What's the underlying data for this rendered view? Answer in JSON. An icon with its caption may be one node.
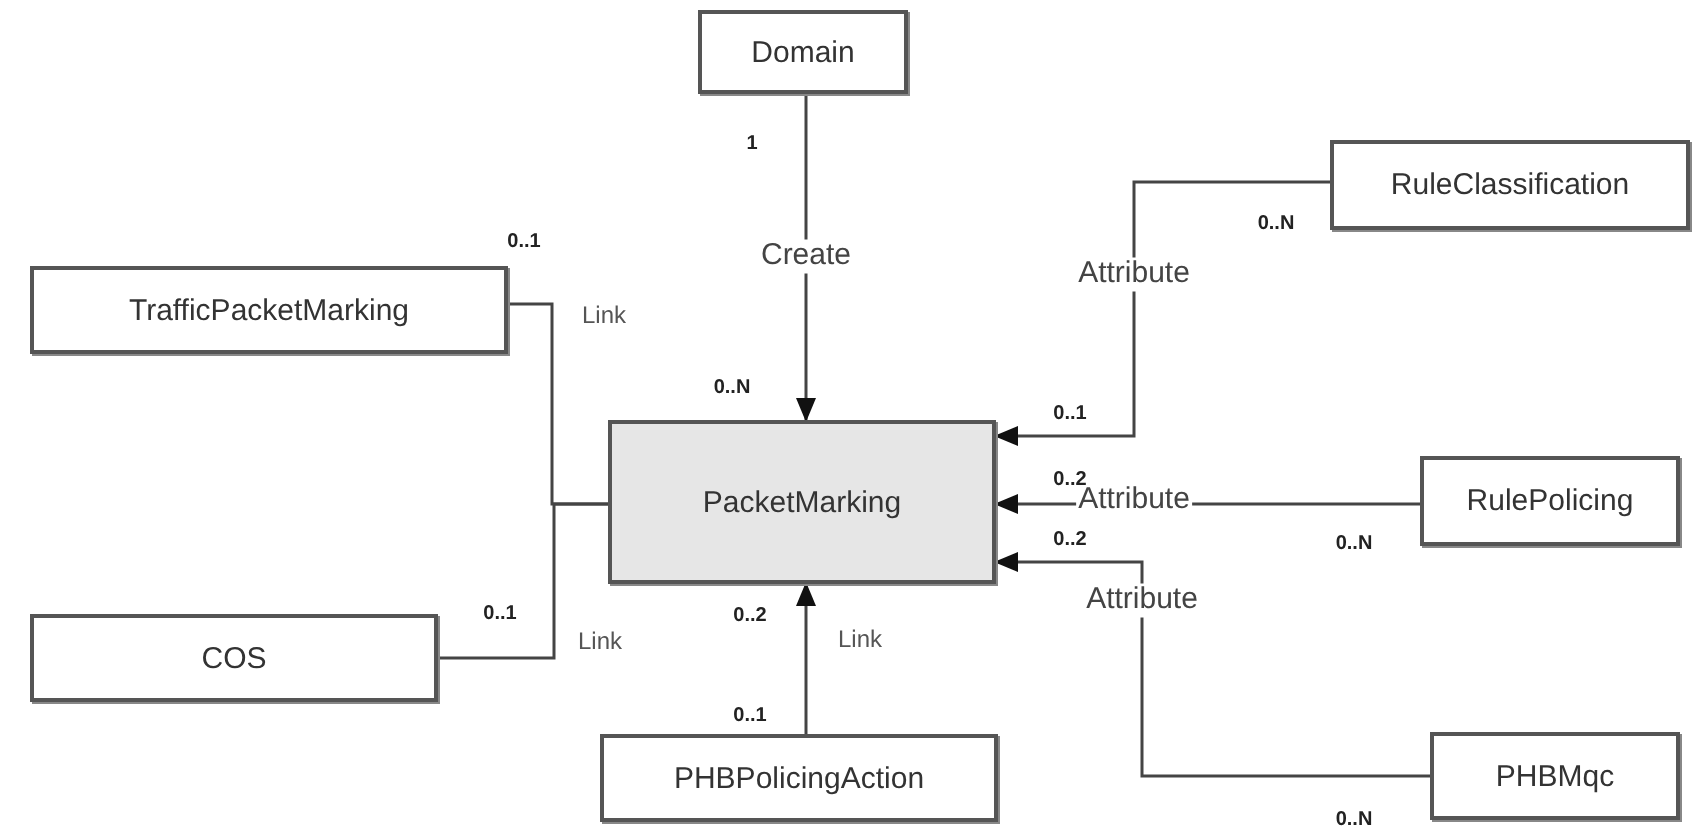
{
  "diagram": {
    "nodes": [
      {
        "text": [
          "Domain"
        ]
      },
      {
        "text": [
          "TrafficPacketMarking"
        ]
      },
      {
        "text": [
          "RuleClassification"
        ]
      },
      {
        "text": [
          "PacketMarking"
        ]
      },
      {
        "text": [
          "RulePolicing"
        ]
      },
      {
        "text": [
          "COS"
        ]
      },
      {
        "text": [
          "PHBPolicingAction"
        ]
      },
      {
        "text": [
          "PHBMqc"
        ]
      }
    ],
    "edges": [
      {
        "from": 0,
        "to": 3,
        "arrow": "to",
        "label": "Create"
      },
      {
        "from": 1,
        "to": 3,
        "arrow": "none",
        "label": "Link"
      },
      {
        "from": 2,
        "to": 3,
        "arrow": "to",
        "label": "Attribute"
      },
      {
        "from": 4,
        "to": 3,
        "arrow": "to",
        "label": "Attribute"
      },
      {
        "from": 5,
        "to": 3,
        "arrow": "none",
        "label": "Link"
      },
      {
        "from": 6,
        "to": 3,
        "arrow": "to",
        "label": "Link"
      },
      {
        "from": 7,
        "to": 3,
        "arrow": "to",
        "label": "Attribute"
      }
    ],
    "labels": [
      "1",
      "0..1",
      "0..N",
      "0..N",
      "0..1",
      "0..2",
      "0..2",
      "0..N",
      "0..1",
      "0..2",
      "0..1",
      "0..N"
    ]
  }
}
